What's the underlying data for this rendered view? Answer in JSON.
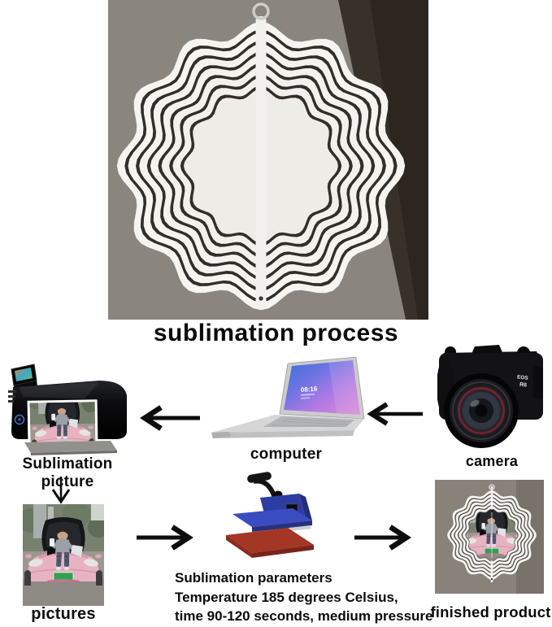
{
  "title": "sublimation process",
  "labels": {
    "sublimation_picture": "Sublimation picture",
    "computer": "computer",
    "camera": "camera",
    "pictures": "pictures",
    "finished_product": "finished product"
  },
  "parameters": {
    "line1": "Sublimation parameters",
    "line2": "Temperature 185 degrees Celsius,",
    "line3": "time 90-120 seconds, medium pressure"
  },
  "devices": {
    "laptop_screen_time": "08:16",
    "camera_badge_line1": "EOS",
    "camera_badge_line2": "R6"
  },
  "colors": {
    "photo_background": "#8a857e",
    "photo_shadow": "#352e26",
    "spinner_white": "#f5f4f0",
    "arrow_black": "#0d0d0d",
    "heat_press_blue": "#3a4cc0",
    "heat_press_pad_red": "#a43626",
    "car_pink": "#e8b3c1",
    "license_plate_green": "#2ea152",
    "laptop_screen_blue": "#3a6fd8",
    "laptop_screen_pink": "#d98ad2"
  }
}
